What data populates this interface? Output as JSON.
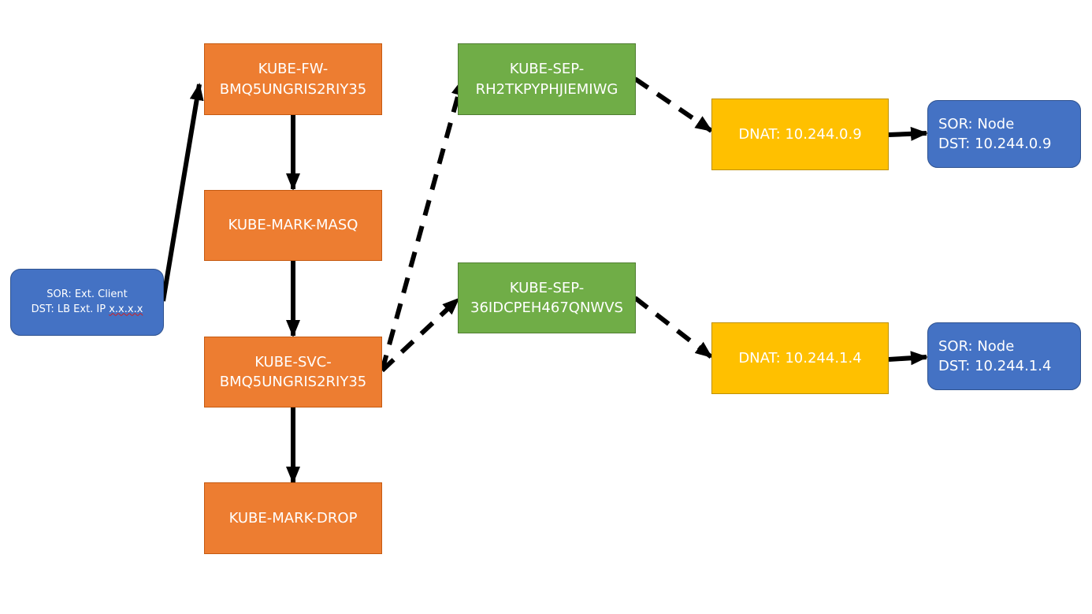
{
  "client": {
    "line1": "SOR: Ext. Client",
    "line2_prefix": "DST: LB Ext. IP ",
    "line2_ip": "x.x.x.x"
  },
  "fw": {
    "line1": "KUBE-FW-",
    "line2": "BMQ5UNGRIS2RIY35"
  },
  "mark_masq": {
    "label": "KUBE-MARK-MASQ"
  },
  "svc": {
    "line1": "KUBE-SVC-",
    "line2": "BMQ5UNGRIS2RIY35"
  },
  "mark_drop": {
    "label": "KUBE-MARK-DROP"
  },
  "sep1": {
    "line1": "KUBE-SEP-",
    "line2": "RH2TKPYPHJIEMIWG"
  },
  "sep2": {
    "line1": "KUBE-SEP-",
    "line2": "36IDCPEH467QNWVS"
  },
  "dnat1": {
    "label": "DNAT: 10.244.0.9"
  },
  "dnat2": {
    "label": "DNAT: 10.244.1.4"
  },
  "node1": {
    "line1": "SOR: Node",
    "line2": "DST: 10.244.0.9"
  },
  "node2": {
    "line1": "SOR: Node",
    "line2": "DST: 10.244.1.4"
  },
  "colors": {
    "orange": "#ed7d31",
    "green": "#70ad47",
    "yellow": "#ffc000",
    "blue": "#4472c4",
    "arrow": "#000000"
  }
}
